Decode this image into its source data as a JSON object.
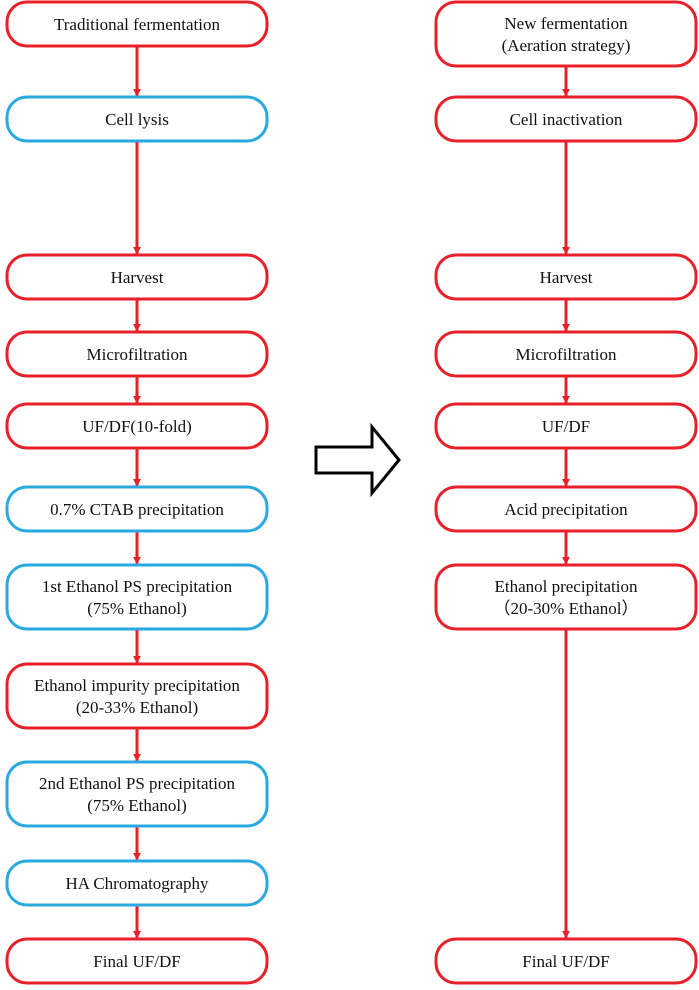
{
  "colors": {
    "red": "#e8202a",
    "blue": "#2aa9e0",
    "arrow": "#e8202a",
    "big_arrow": "#000000"
  },
  "left_flow": [
    {
      "lines": [
        "Traditional fermentation"
      ],
      "color": "red"
    },
    {
      "lines": [
        "Cell   lysis"
      ],
      "color": "blue"
    },
    {
      "lines": [
        "Harvest"
      ],
      "color": "red"
    },
    {
      "lines": [
        "Microfiltration"
      ],
      "color": "red"
    },
    {
      "lines": [
        "UF/DF(10-fold)"
      ],
      "color": "red"
    },
    {
      "lines": [
        "0.7% CTAB precipitation"
      ],
      "color": "blue"
    },
    {
      "lines": [
        "1st Ethanol PS precipitation",
        "(75% Ethanol)"
      ],
      "color": "blue"
    },
    {
      "lines": [
        "Ethanol impurity precipitation",
        "(20-33% Ethanol)"
      ],
      "color": "red"
    },
    {
      "lines": [
        "2nd Ethanol PS precipitation",
        "(75% Ethanol)"
      ],
      "color": "blue"
    },
    {
      "lines": [
        "HA Chromatography"
      ],
      "color": "blue"
    },
    {
      "lines": [
        "Final UF/DF"
      ],
      "color": "red"
    }
  ],
  "right_flow": [
    {
      "lines": [
        "New fermentation",
        "(Aeration strategy)"
      ],
      "color": "red"
    },
    {
      "lines": [
        "Cell inactivation"
      ],
      "color": "red"
    },
    {
      "lines": [
        "Harvest"
      ],
      "color": "red"
    },
    {
      "lines": [
        "Microfiltration"
      ],
      "color": "red"
    },
    {
      "lines": [
        "UF/DF"
      ],
      "color": "red"
    },
    {
      "lines": [
        "Acid precipitation"
      ],
      "color": "red"
    },
    {
      "lines": [
        "Ethanol precipitation",
        "（20-30% Ethanol）"
      ],
      "color": "red"
    },
    {
      "lines": [
        "Final UF/DF"
      ],
      "color": "red"
    }
  ]
}
